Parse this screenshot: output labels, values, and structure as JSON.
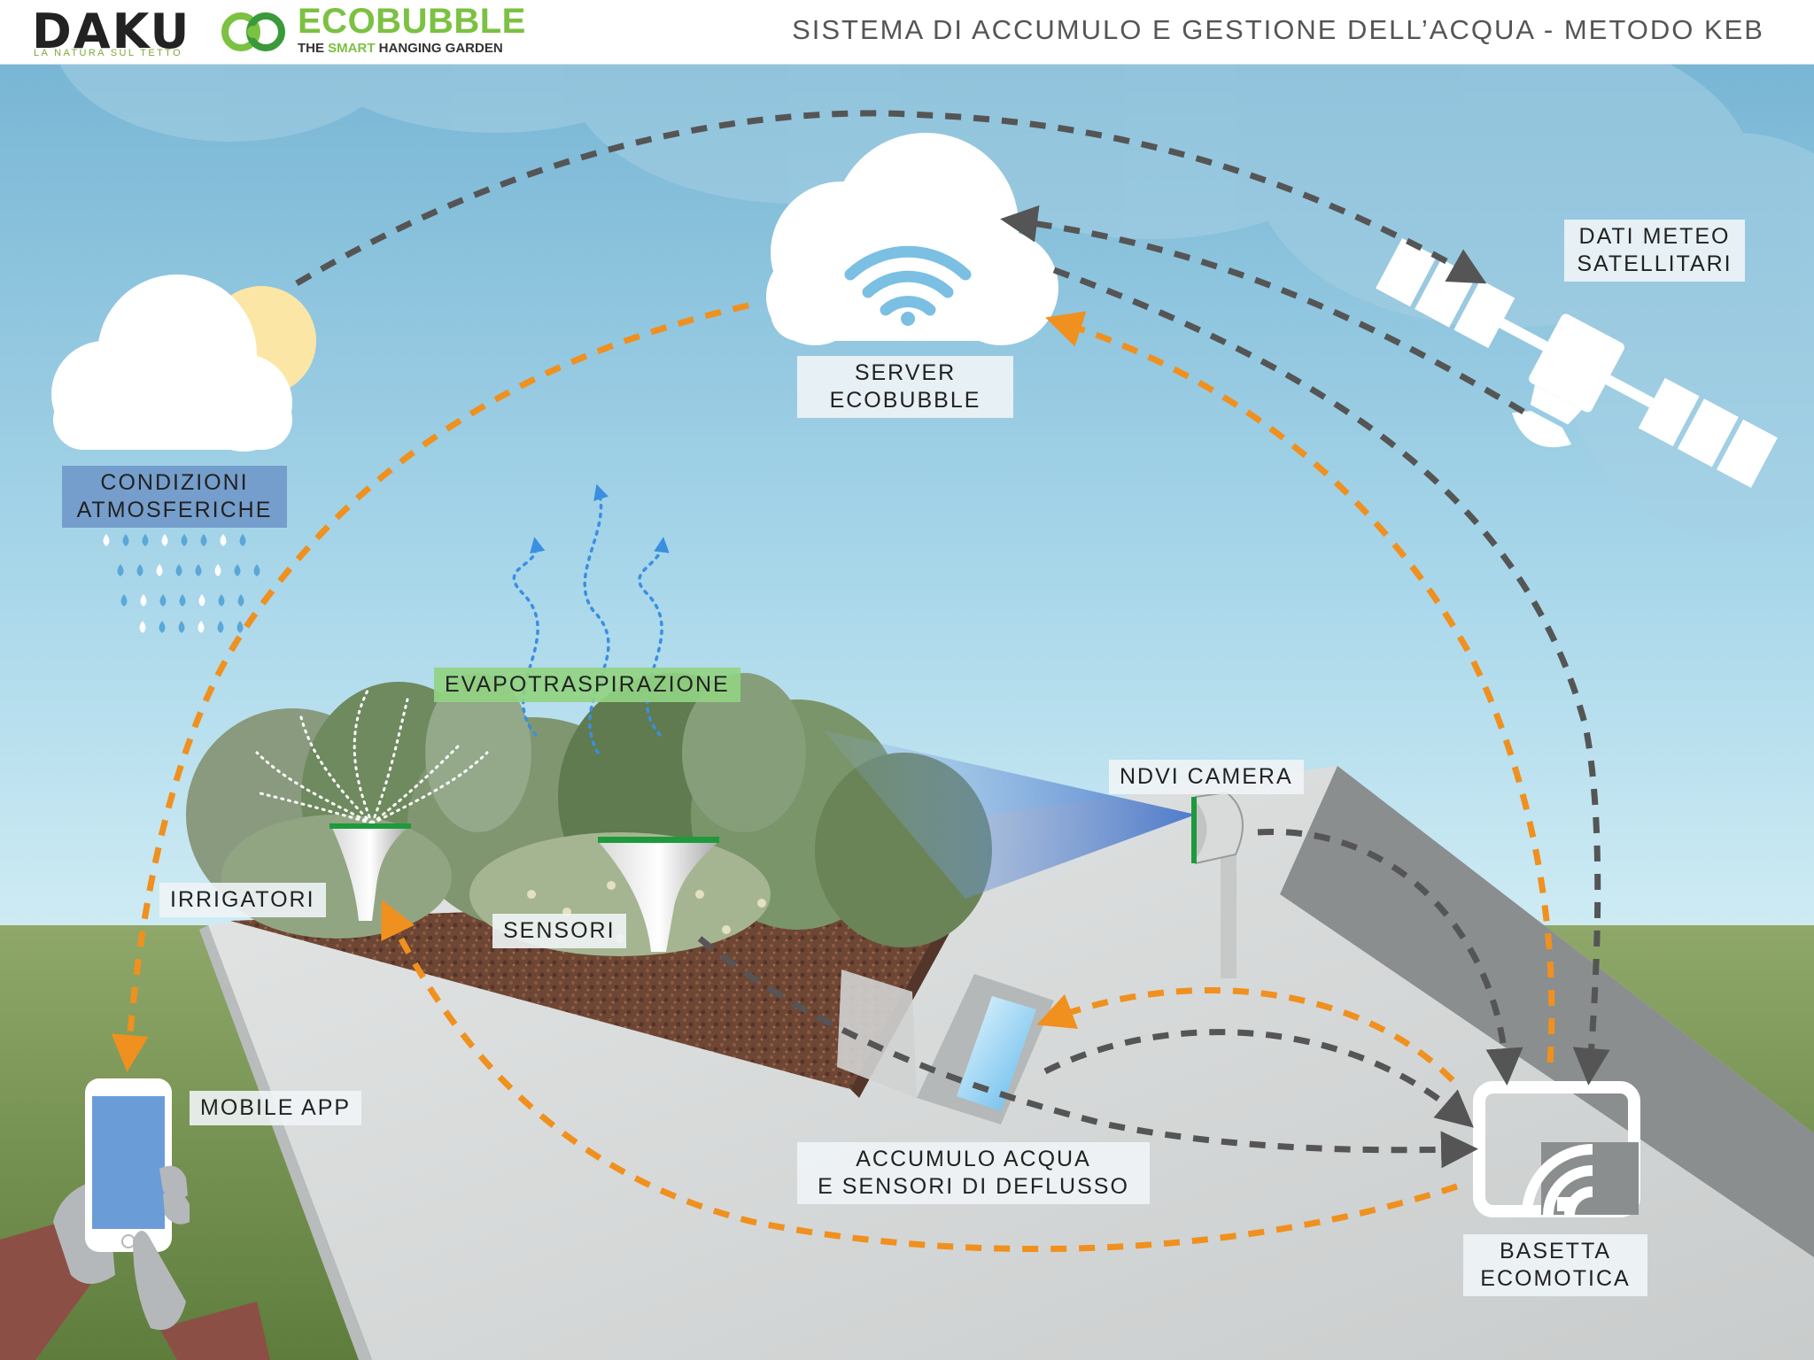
{
  "header": {
    "brand_left": "DAKU",
    "brand_left_tagline": "LA NATURA SUL TETTO",
    "brand_right": "ECOBUBBLE",
    "brand_right_tagline_pre": "THE ",
    "brand_right_tagline_highlight": "SMART",
    "brand_right_tagline_post": " HANGING GARDEN",
    "title": "SISTEMA DI ACCUMULO E GESTIONE DELL’ACQUA - METODO KEB"
  },
  "labels": {
    "server": [
      "SERVER",
      "ECOBUBBLE"
    ],
    "dati_meteo": [
      "DATI METEO",
      "SATELLITARI"
    ],
    "condizioni": [
      "CONDIZIONI",
      "ATMOSFERICHE"
    ],
    "evapotraspirazione": "EVAPOTRASPIRAZIONE",
    "ndvi_camera": "NDVI CAMERA",
    "irrigatori": "IRRIGATORI",
    "sensori": "SENSORI",
    "mobile_app": "MOBILE APP",
    "accumulo": [
      "ACCUMULO ACQUA",
      "E SENSORI DI DEFLUSSO"
    ],
    "basetta": [
      "BASETTA",
      "ECOMOTICA"
    ]
  },
  "colors": {
    "data_flow": "#555555",
    "water_flow": "#f0901e",
    "sky_top": "#78b8d6",
    "sky_bottom": "#cdeaf3",
    "accent_green": "#7bc142"
  },
  "icons": [
    "cloud-wifi-icon",
    "satellite-icon",
    "weather-cloud-sun-icon",
    "rain-drops-icon",
    "smartphone-icon",
    "ecomotic-device-icon",
    "ndvi-camera-icon",
    "sensor-funnel-icon",
    "sprinkler-icon"
  ]
}
